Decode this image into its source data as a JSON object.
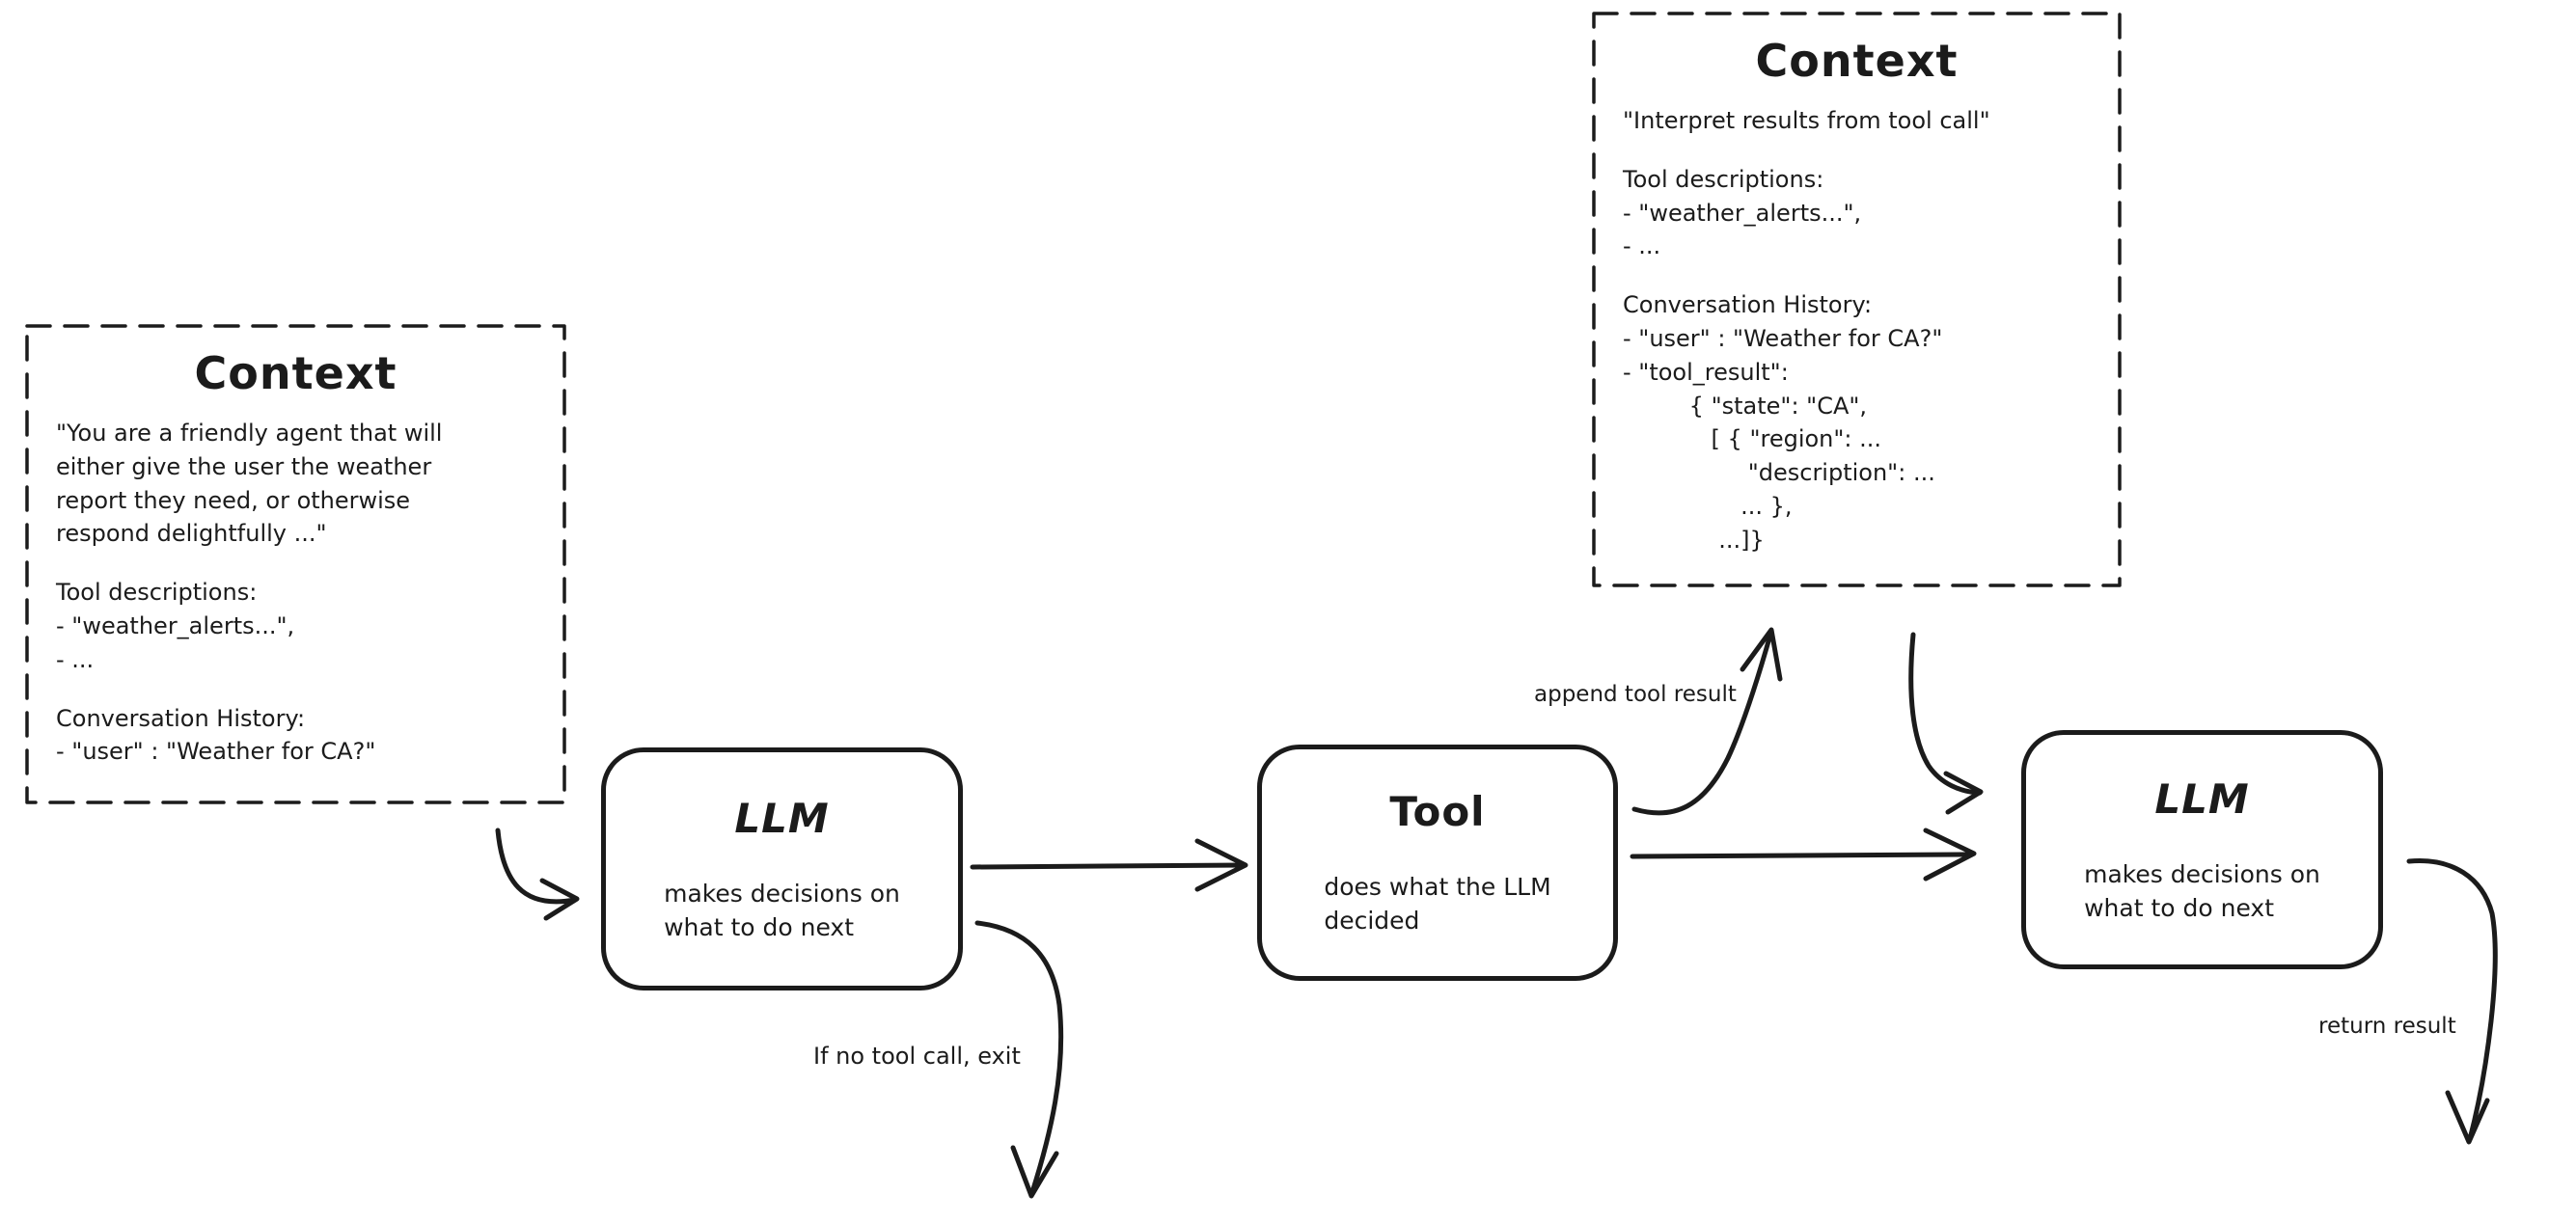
{
  "colors": {
    "ink": "#1b1b1b",
    "background": "#ffffff"
  },
  "context_left": {
    "title": "Context",
    "system_prompt": "\"You are a friendly agent that will\neither give the user the weather\nreport they need, or otherwise\nrespond delightfully ...\"",
    "tool_descriptions": "Tool descriptions:\n- \"weather_alerts...\",\n- ...",
    "conversation_history": "Conversation History:\n- \"user\" : \"Weather for CA?\""
  },
  "context_after_tool": {
    "title": "Context",
    "system_prompt": "\"Interpret results from tool call\"",
    "tool_descriptions": "Tool descriptions:\n- \"weather_alerts...\",\n- ...",
    "conversation_history": "Conversation History:\n- \"user\" : \"Weather for CA?\"\n- \"tool_result\":\n         { \"state\": \"CA\",\n            [ { \"region\": ...\n                 \"description\": ...\n                ... },\n             ...]}"
  },
  "nodes": {
    "llm_1": {
      "title": "LLM",
      "subtitle": "makes decisions on\nwhat to do next"
    },
    "tool": {
      "title": "Tool",
      "subtitle": "does what the LLM\ndecided"
    },
    "llm_2": {
      "title": "LLM",
      "subtitle": "makes decisions on\nwhat to do next"
    }
  },
  "edge_labels": {
    "append_tool_result": "append tool result",
    "no_tool_call_exit": "If no tool call, exit",
    "return_result": "return result"
  }
}
